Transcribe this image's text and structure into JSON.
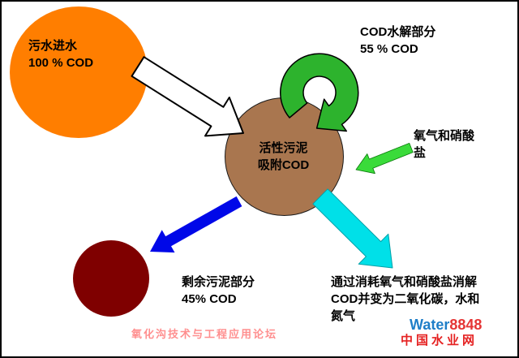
{
  "diagram": {
    "influent_circle": {
      "line1": "污水进水",
      "line2": "100 % COD",
      "color": "#FF7E00"
    },
    "sludge_circle": {
      "line1": "活性污泥",
      "line2": "吸附COD",
      "color": "#A9764F"
    },
    "excess_circle": {
      "color": "#7F0000"
    },
    "labels": {
      "hydrolysis": {
        "line1": "COD水解部分",
        "line2": "55 % COD"
      },
      "oxygen": {
        "text": "氧气和硝酸盐"
      },
      "excess_sludge": {
        "line1": "剩余污泥部分",
        "line2": "45% COD"
      },
      "consume": {
        "text": "通过消耗氧气和硝酸盐消解COD并变为二氧化碳，水和氮气"
      }
    },
    "arrows": {
      "influent_to_sludge": {
        "color": "#FFFFFF"
      },
      "hydrolysis_loop": {
        "color": "#2DB32D"
      },
      "oxygen_in": {
        "color": "#3ADB3A"
      },
      "to_excess": {
        "color": "#0008E8"
      },
      "to_gas": {
        "color": "#00E0E8"
      }
    }
  },
  "watermark": {
    "forum": "氧化沟技术与工程应用论坛",
    "forum_color": "#FF3333",
    "brand_water": "Water",
    "brand_water_color": "#1E7EC8",
    "brand_number": "8848",
    "brand_number_color": "#E53535",
    "site": "中国水业网",
    "site_color": "#E52222"
  }
}
